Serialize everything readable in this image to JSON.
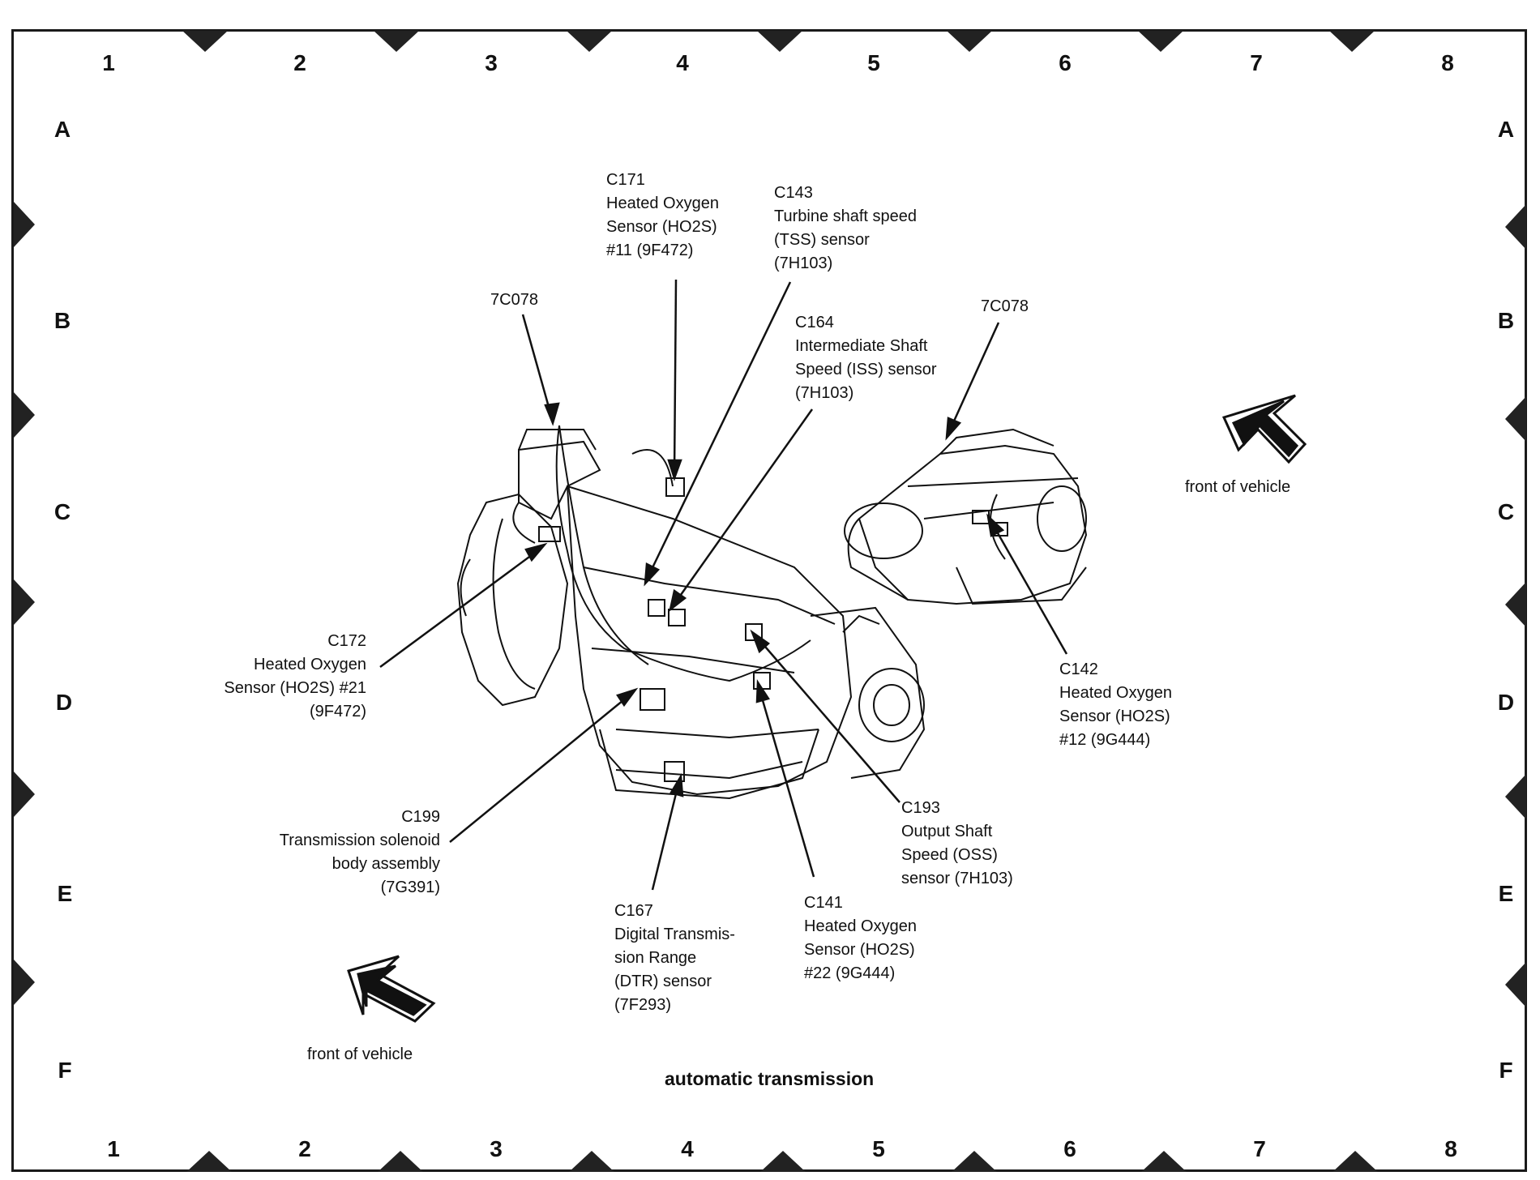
{
  "grid": {
    "columns": [
      "1",
      "2",
      "3",
      "4",
      "5",
      "6",
      "7",
      "8"
    ],
    "rows": [
      "A",
      "B",
      "C",
      "D",
      "E",
      "F"
    ]
  },
  "callouts": {
    "c171": [
      "C171",
      "Heated Oxygen",
      "Sensor (HO2S)",
      "#11 (9F472)"
    ],
    "c143": [
      "C143",
      "Turbine shaft speed",
      "(TSS) sensor",
      "(7H103)"
    ],
    "c164": [
      "C164",
      "Intermediate Shaft",
      "Speed (ISS) sensor",
      "(7H103)"
    ],
    "c7c078_left": [
      "7C078"
    ],
    "c7c078_right": [
      "7C078"
    ],
    "c172": [
      "C172",
      "Heated Oxygen",
      "Sensor (HO2S) #21",
      "(9F472)"
    ],
    "c142": [
      "C142",
      "Heated Oxygen",
      "Sensor (HO2S)",
      "#12 (9G444)"
    ],
    "c199": [
      "C199",
      "Transmission solenoid",
      "body assembly",
      "(7G391)"
    ],
    "c193": [
      "C193",
      "Output Shaft",
      "Speed (OSS)",
      "sensor (7H103)"
    ],
    "c167": [
      "C167",
      "Digital Transmis-",
      "sion Range",
      "(DTR) sensor",
      "(7F293)"
    ],
    "c141": [
      "C141",
      "Heated Oxygen",
      "Sensor (HO2S)",
      "#22 (9G444)"
    ]
  },
  "front_of_vehicle": "front of vehicle",
  "caption": "automatic transmission",
  "colors": {
    "line": "#111111",
    "frame": "#1a1a1a",
    "background": "#ffffff"
  }
}
